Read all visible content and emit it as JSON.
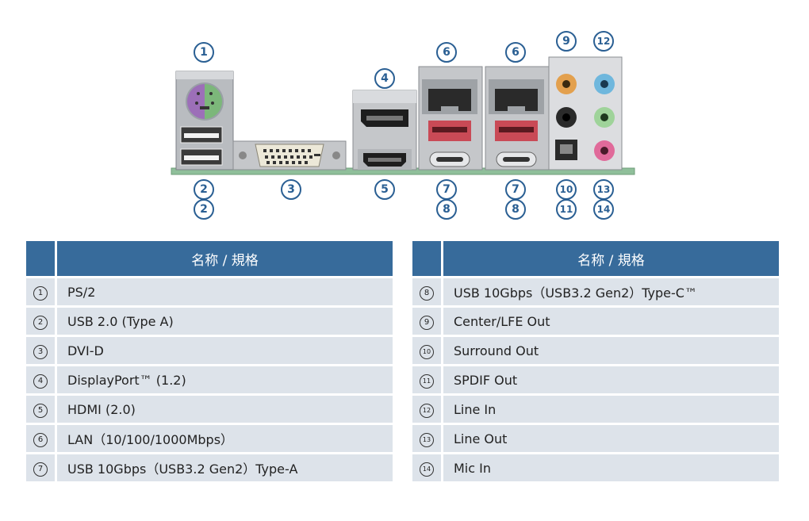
{
  "header_label": "名称 / 規格",
  "callouts": {
    "c1": "1",
    "c2a": "2",
    "c2b": "2",
    "c3": "3",
    "c4": "4",
    "c5": "5",
    "c6a": "6",
    "c6b": "6",
    "c7a": "7",
    "c8a": "8",
    "c7b": "7",
    "c8b": "8",
    "c9": "9",
    "c12": "12",
    "c10": "10",
    "c11": "11",
    "c13": "13",
    "c14": "14"
  },
  "left_table": [
    {
      "num": "1",
      "name": "PS/2"
    },
    {
      "num": "2",
      "name": "USB 2.0 (Type A)"
    },
    {
      "num": "3",
      "name": "DVI-D"
    },
    {
      "num": "4",
      "name": "DisplayPort™ (1.2)"
    },
    {
      "num": "5",
      "name": "HDMI (2.0)"
    },
    {
      "num": "6",
      "name": "LAN（10/100/1000Mbps）"
    },
    {
      "num": "7",
      "name": "USB 10Gbps（USB3.2 Gen2）Type-A"
    }
  ],
  "right_table": [
    {
      "num": "8",
      "name": "USB 10Gbps（USB3.2 Gen2）Type-C™"
    },
    {
      "num": "9",
      "name": "Center/LFE Out"
    },
    {
      "num": "10",
      "name": "Surround Out"
    },
    {
      "num": "11",
      "name": "SPDIF Out"
    },
    {
      "num": "12",
      "name": "Line In"
    },
    {
      "num": "13",
      "name": "Line Out"
    },
    {
      "num": "14",
      "name": "Mic In"
    }
  ],
  "colors": {
    "header_bg": "#376b9b",
    "row_bg": "#dde3ea",
    "callout": "#2a5f93",
    "pcb": "#8fbf9a"
  }
}
